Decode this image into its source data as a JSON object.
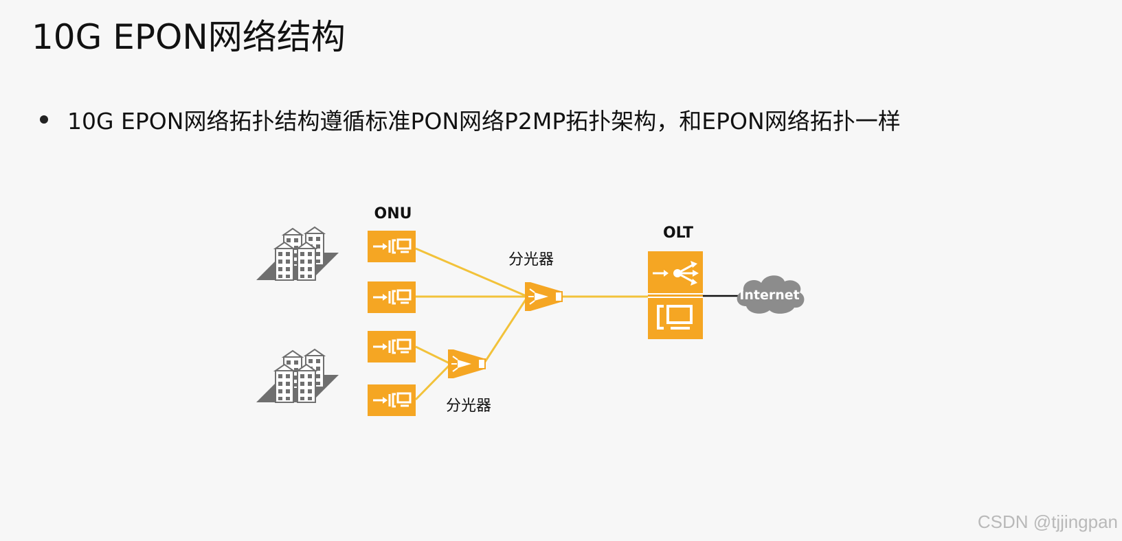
{
  "title": "10G EPON网络结构",
  "bullet": "10G EPON网络拓扑结构遵循标准PON网络P2MP拓扑架构，和EPON网络拓扑一样",
  "diagram": {
    "onu_label": "ONU",
    "olt_label": "OLT",
    "splitter_top_label": "分光器",
    "splitter_bottom_label": "分光器",
    "internet_label": "Internet"
  },
  "watermark": "CSDN @tjjingpan",
  "colors": {
    "device_orange": "#f5a623",
    "fiber_yellow": "#f2c23a",
    "building_gray": "#6f6f6f"
  },
  "icons": {
    "onu": "onu-device-icon",
    "olt": "olt-device-icon",
    "splitter": "optical-splitter-icon",
    "building": "building-cluster-icon",
    "cloud": "internet-cloud-icon"
  }
}
